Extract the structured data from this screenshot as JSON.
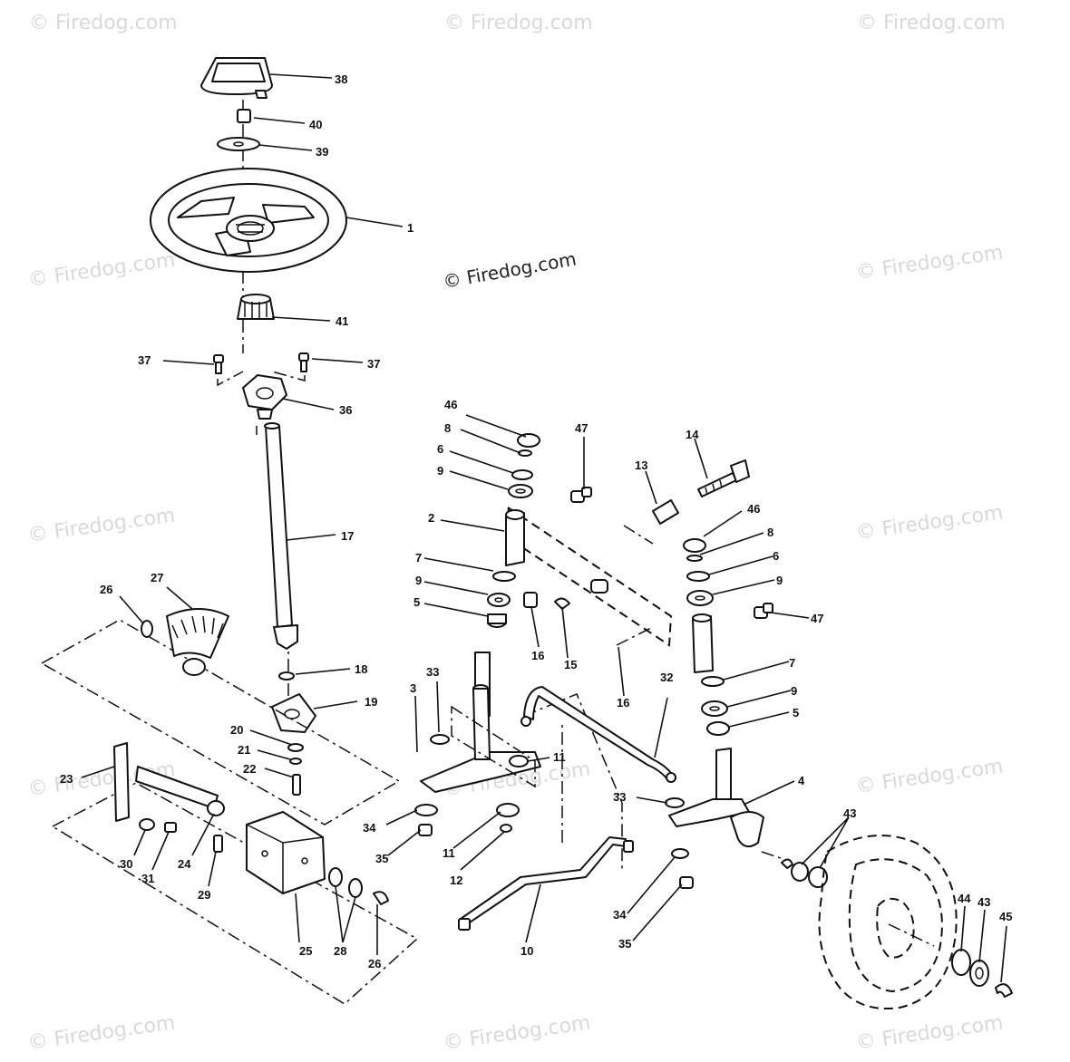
{
  "watermark": {
    "text": "© Firedog.com",
    "main_text": "© Firedog.com"
  },
  "callouts": {
    "c38": "38",
    "c40": "40",
    "c39": "39",
    "c1": "1",
    "c41": "41",
    "c37a": "37",
    "c37b": "37",
    "c36": "36",
    "c17": "17",
    "c26a": "26",
    "c27": "27",
    "c18": "18",
    "c19": "19",
    "c20": "20",
    "c21": "21",
    "c22": "22",
    "c23": "23",
    "c30": "30",
    "c31": "31",
    "c24": "24",
    "c29": "29",
    "c25": "25",
    "c28": "28",
    "c26b": "26",
    "c46a": "46",
    "c8a": "8",
    "c6a": "6",
    "c9a": "9",
    "c47a": "47",
    "c13": "13",
    "c14": "14",
    "c2": "2",
    "c7a": "7",
    "c9b": "9",
    "c5a": "5",
    "c16a": "16",
    "c15": "15",
    "c16b": "16",
    "c46b": "46",
    "c8b": "8",
    "c6b": "6",
    "c9c": "9",
    "c47b": "47",
    "c7b": "7",
    "c9d": "9",
    "c5b": "5",
    "c3": "3",
    "c33a": "33",
    "c11a": "11",
    "c32": "32",
    "c34a": "34",
    "c35a": "35",
    "c11b": "11",
    "c12": "12",
    "c10": "10",
    "c33b": "33",
    "c4": "4",
    "c34b": "34",
    "c35b": "35",
    "c43a": "43",
    "c44": "44",
    "c43b": "43",
    "c45": "45"
  }
}
